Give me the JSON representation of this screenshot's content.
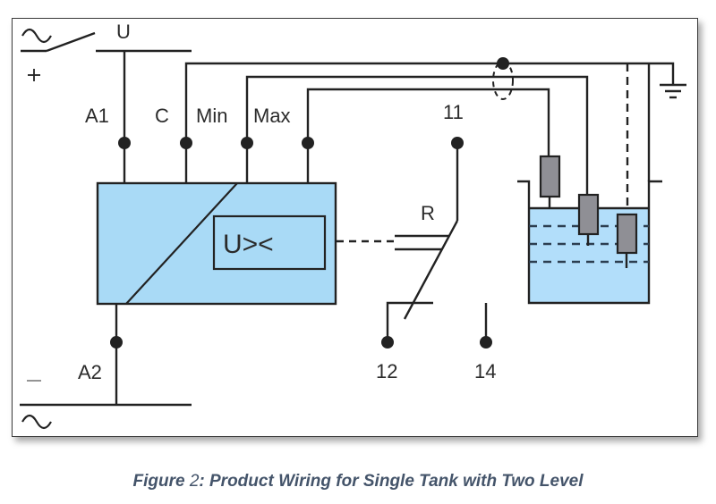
{
  "diagram": {
    "supply": {
      "ac_top_symbol": "~",
      "plus_symbol": "+",
      "voltage_label": "U",
      "minus_symbol": "–",
      "ac_bottom_symbol": "~"
    },
    "terminals": {
      "a1": "A1",
      "c": "C",
      "min": "Min",
      "max": "Max",
      "a2": "A2",
      "t11": "11",
      "t12": "12",
      "t14": "14"
    },
    "relay": {
      "label": "R",
      "comparator_symbol": "U><"
    },
    "colors": {
      "module_fill": "#a9daf6",
      "water_fill": "#b2defa",
      "electrode_fill": "#8f8f95",
      "line": "#222222",
      "caption": "#44546a"
    }
  },
  "caption": {
    "prefix": "Figure ",
    "number": "2",
    "text": ": Product Wiring for Single Tank with Two Level"
  }
}
